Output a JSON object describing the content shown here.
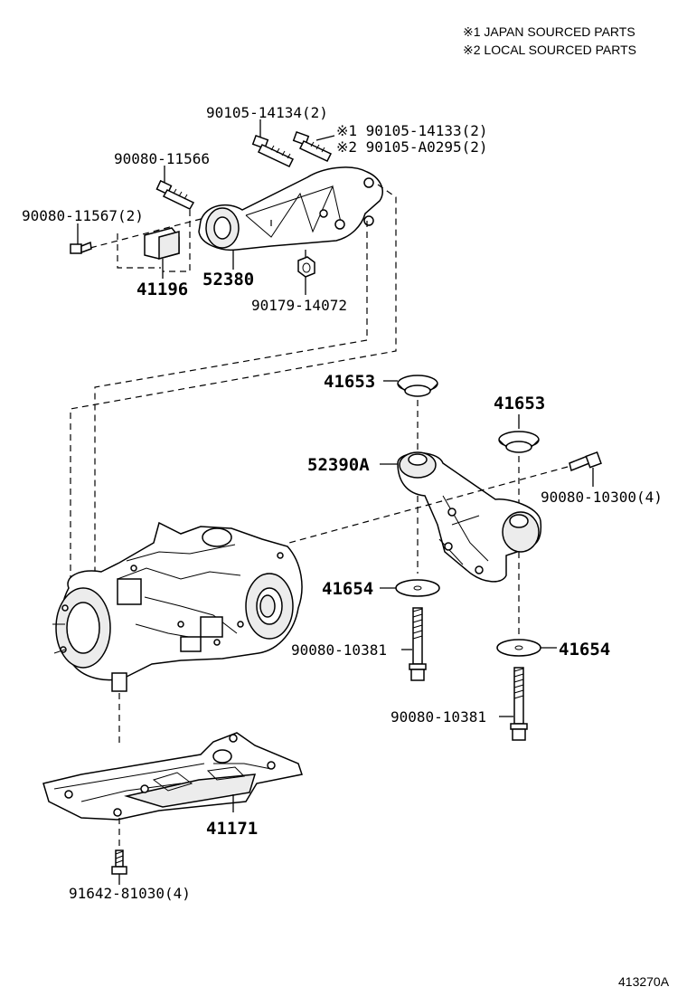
{
  "notes": {
    "japan": "※1 JAPAN SOURCED PARTS",
    "local": "※2 LOCAL SOURCED PARTS"
  },
  "labels": {
    "bolt_90105_14134": "90105-14134(2)",
    "bolt_90105_14133": "※1 90105-14133(2)",
    "bolt_90105_A0295": "※2 90105-A0295(2)",
    "bolt_90080_11566": "90080-11566",
    "bolt_90080_11567": "90080-11567(2)",
    "bracket_41196": "41196",
    "support_52380": "52380",
    "nut_90179_14072": "90179-14072",
    "stopper_41653_a": "41653",
    "stopper_41653_b": "41653",
    "member_52390a": "52390A",
    "bolt_90080_10300": "90080-10300(4)",
    "stopper_41654_a": "41654",
    "stopper_41654_b": "41654",
    "bolt_90080_10381_a": "90080-10381",
    "bolt_90080_10381_b": "90080-10381",
    "cover_41171": "41171",
    "bolt_91642_81030": "91642-81030(4)"
  },
  "figure_ref": "413270A"
}
